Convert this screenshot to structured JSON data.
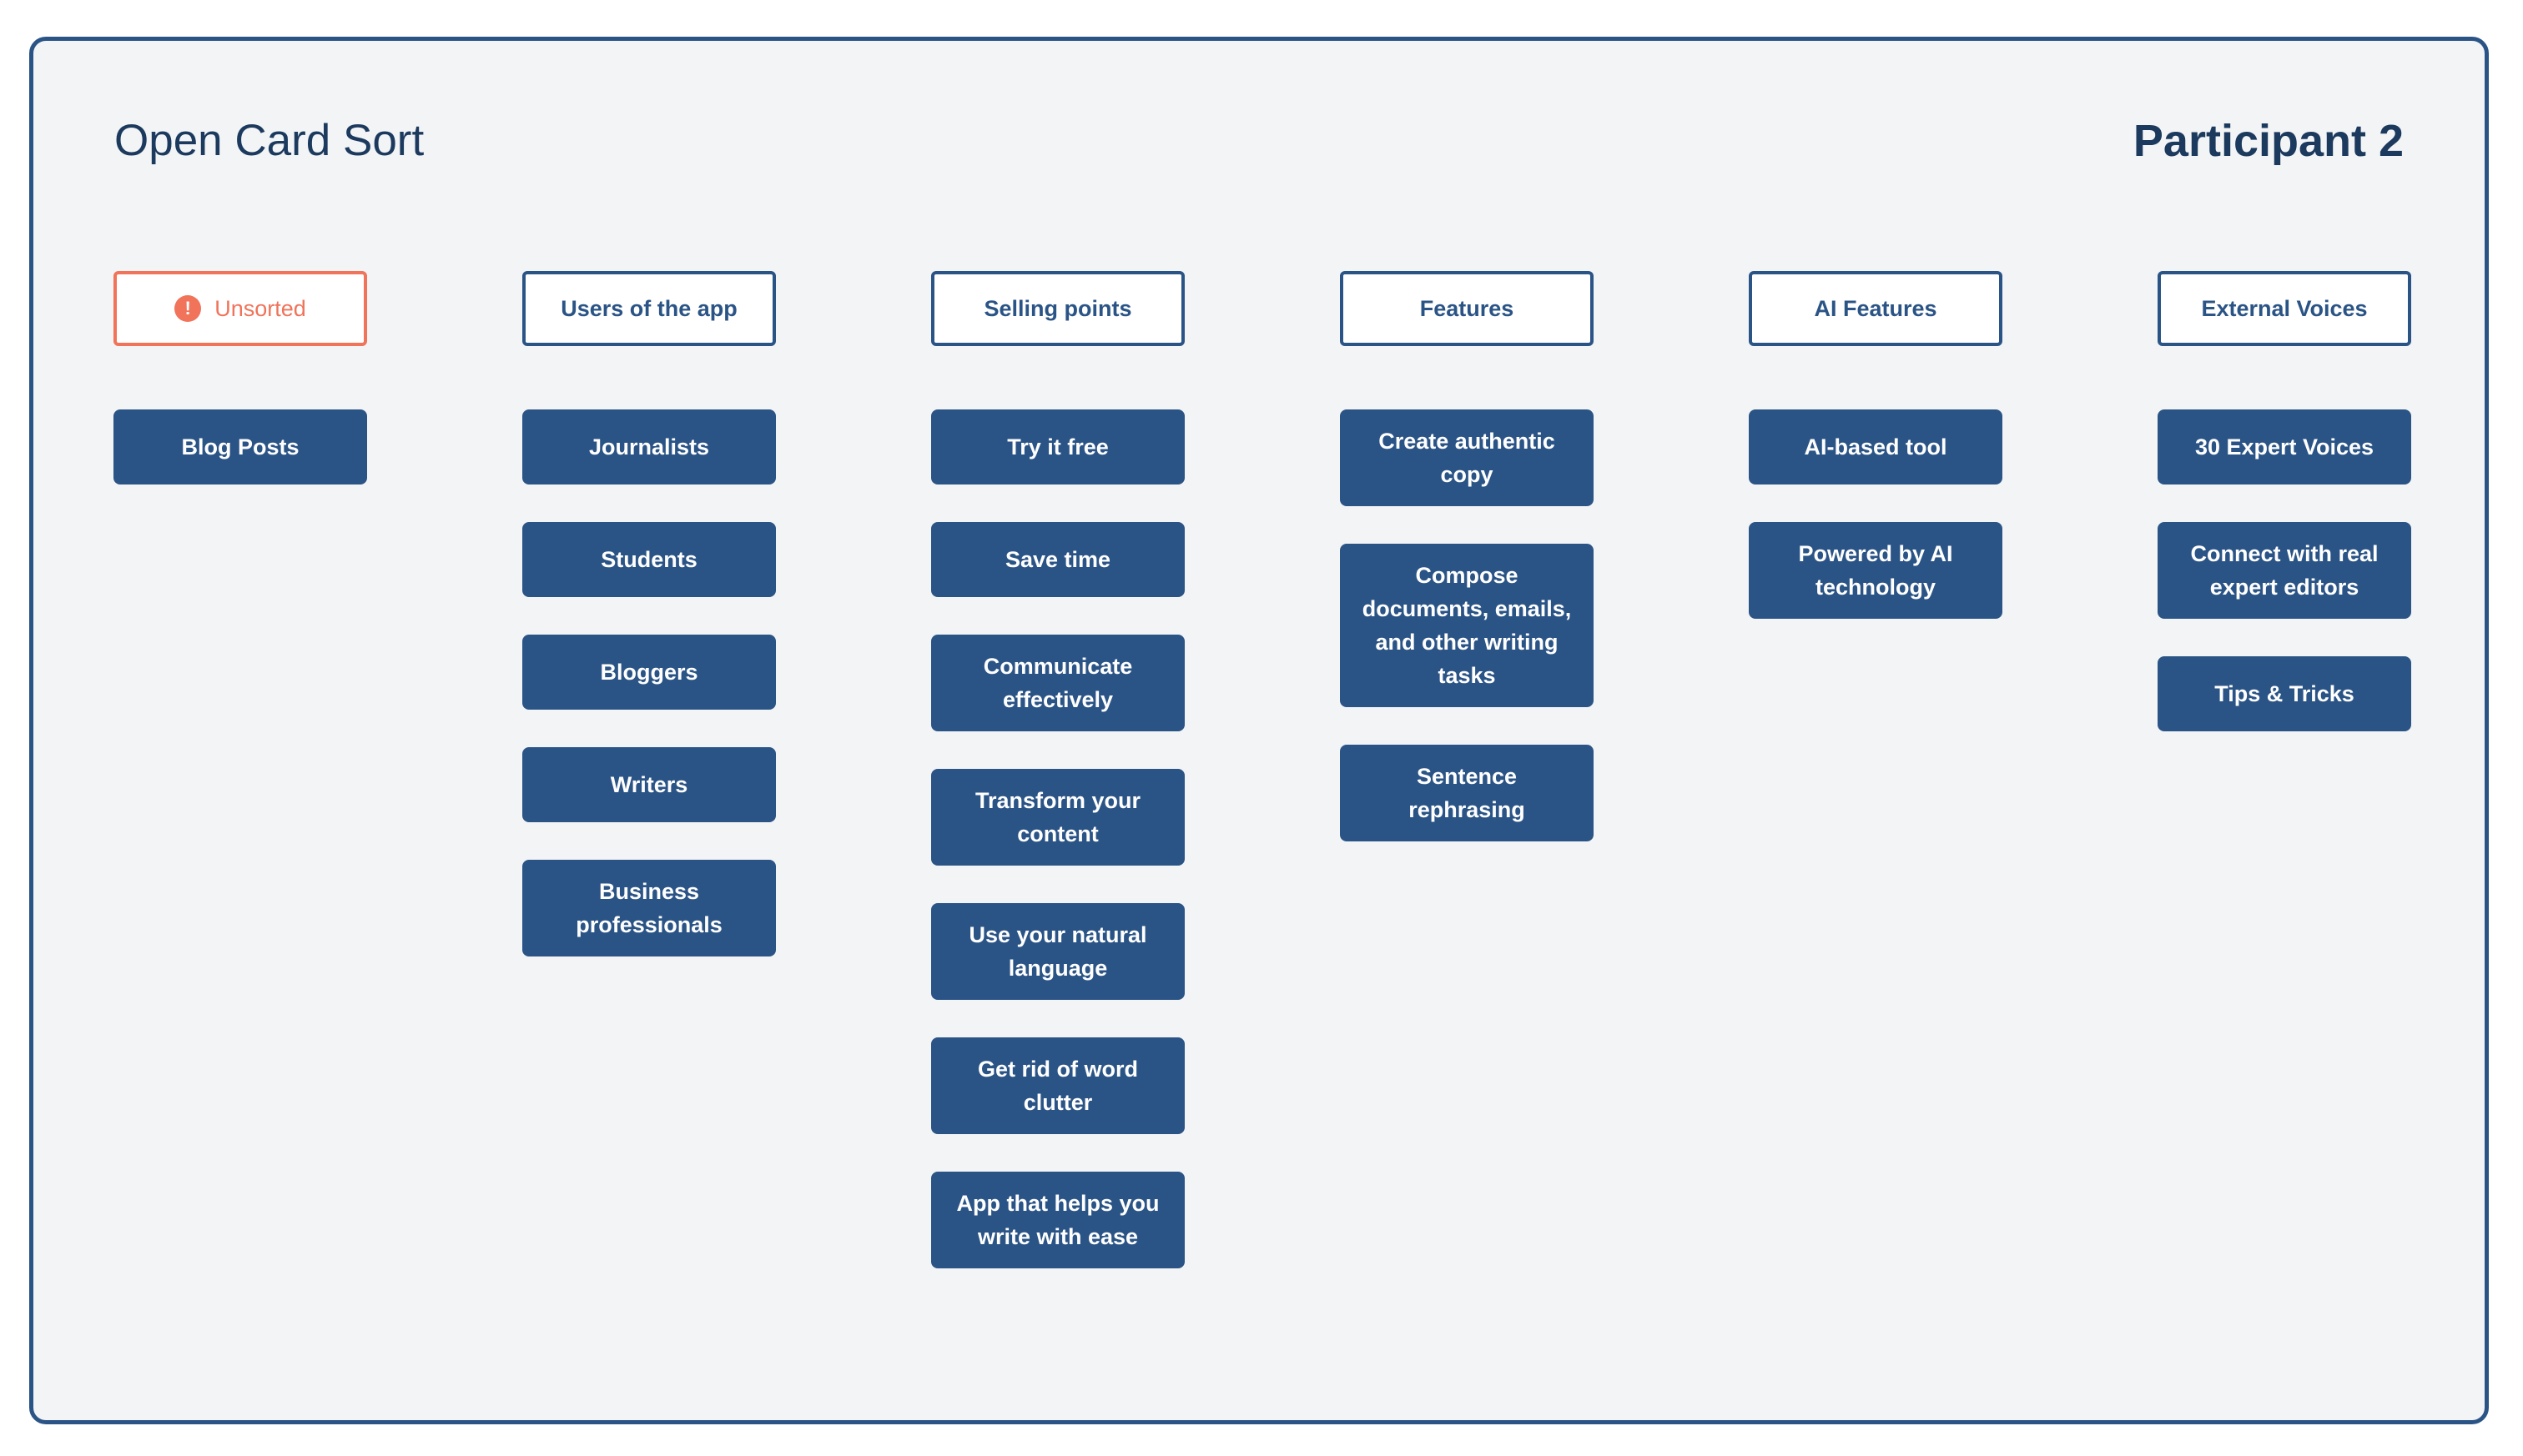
{
  "title": "Open Card Sort",
  "participant": "Participant 2",
  "columns": [
    {
      "header": "Unsorted",
      "icon": "warning-icon",
      "cards": [
        "Blog Posts"
      ]
    },
    {
      "header": "Users of the app",
      "cards": [
        "Journalists",
        "Students",
        "Bloggers",
        "Writers",
        "Business professionals"
      ]
    },
    {
      "header": "Selling points",
      "cards": [
        "Try it free",
        "Save time",
        "Communicate effectively",
        "Transform your content",
        "Use your natural language",
        "Get rid of word clutter",
        "App that helps you write with ease"
      ]
    },
    {
      "header": "Features",
      "cards": [
        "Create authentic copy",
        "Compose documents, emails, and other writing tasks",
        "Sentence rephrasing"
      ]
    },
    {
      "header": "AI Features",
      "cards": [
        "AI-based tool",
        "Powered by AI technology"
      ]
    },
    {
      "header": "External Voices",
      "cards": [
        "30 Expert Voices",
        "Connect with real expert editors",
        "Tips & Tricks"
      ]
    }
  ],
  "colors": {
    "primary": "#2b5486",
    "warning": "#f0735a",
    "background": "#f3f4f6",
    "title": "#1c3a5e"
  }
}
